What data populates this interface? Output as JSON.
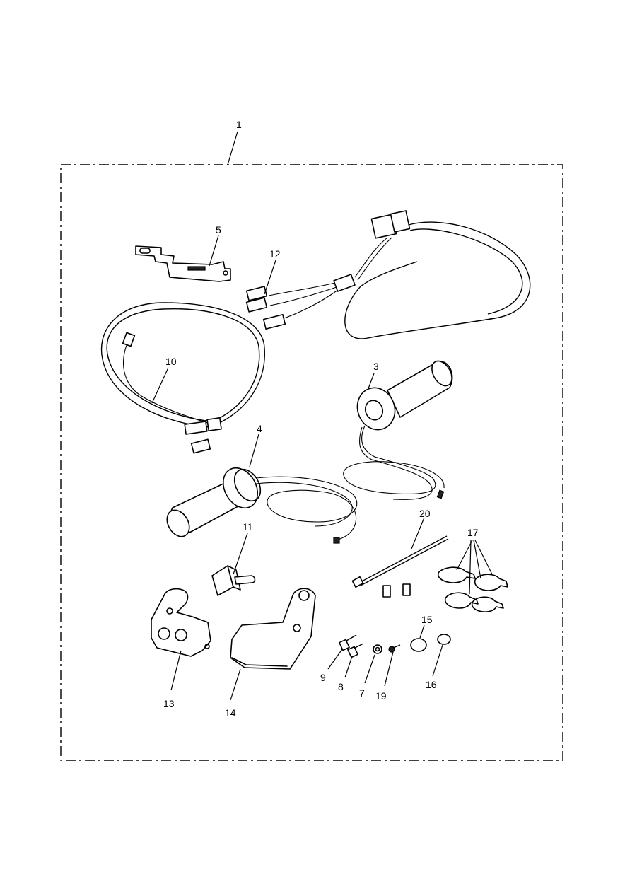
{
  "callouts": {
    "c1": "1",
    "c3": "3",
    "c4": "4",
    "c5": "5",
    "c7": "7",
    "c8": "8",
    "c9": "9",
    "c10": "10",
    "c11": "11",
    "c12": "12",
    "c13": "13",
    "c14": "14",
    "c15": "15",
    "c16": "16",
    "c17": "17",
    "c19": "19",
    "c20": "20"
  },
  "parts": [
    "kit-boundary",
    "wiring-harness",
    "mounting-bracket",
    "grip-right",
    "grip-left",
    "wire-loom",
    "toggle-switch",
    "switch-housing",
    "switch-cover",
    "cable-tie",
    "p-clips",
    "screw",
    "washer",
    "nut",
    "grommet",
    "plug"
  ]
}
